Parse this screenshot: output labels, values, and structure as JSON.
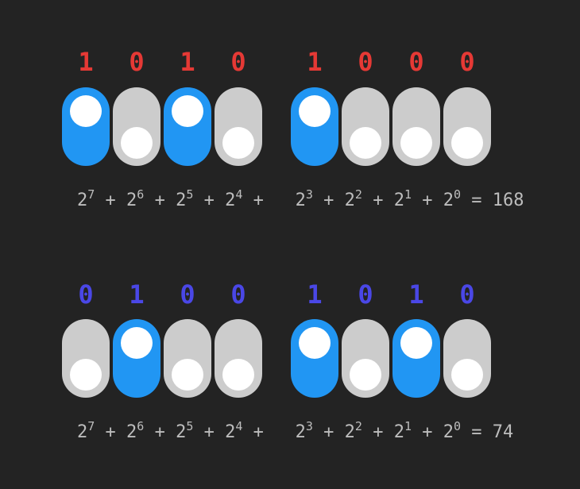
{
  "colors": {
    "background": "#232323",
    "switch_on": "#2196f3",
    "switch_off": "#cccccc",
    "knob": "#ffffff",
    "formula_text": "#bdbdbd"
  },
  "formula_parts": {
    "base": "2",
    "plus": "+",
    "equals": "="
  },
  "examples": [
    {
      "bit_color": "#e53935",
      "bits": [
        "1",
        "0",
        "1",
        "0",
        "1",
        "0",
        "0",
        "0"
      ],
      "switches": [
        true,
        false,
        true,
        false,
        true,
        false,
        false,
        false
      ],
      "exponents": [
        "7",
        "6",
        "5",
        "4",
        "3",
        "2",
        "1",
        "0"
      ],
      "result": "168"
    },
    {
      "bit_color": "#4a47e6",
      "bits": [
        "0",
        "1",
        "0",
        "0",
        "1",
        "0",
        "1",
        "0"
      ],
      "switches": [
        false,
        true,
        false,
        false,
        true,
        false,
        true,
        false
      ],
      "exponents": [
        "7",
        "6",
        "5",
        "4",
        "3",
        "2",
        "1",
        "0"
      ],
      "result": "74"
    }
  ]
}
